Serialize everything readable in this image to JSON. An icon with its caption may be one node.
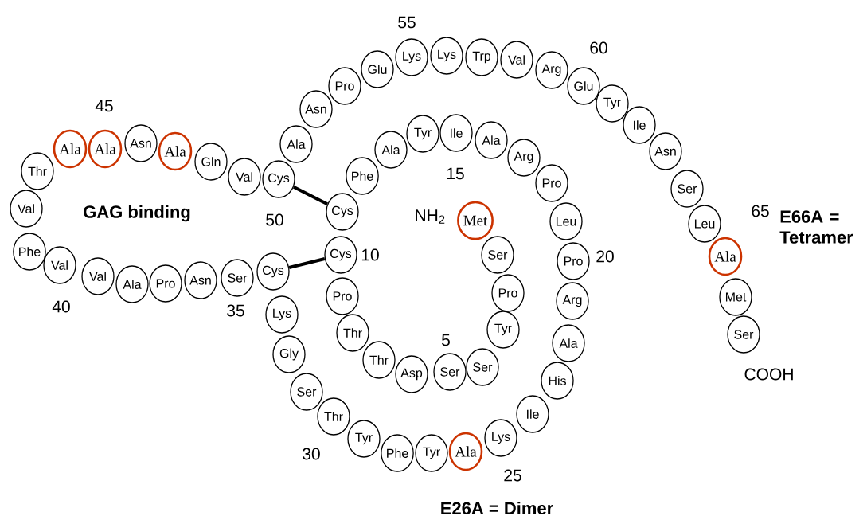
{
  "diagram": {
    "nodes": [
      {
        "text": [
          "Met"
        ]
      },
      {
        "text": [
          "Ser"
        ]
      },
      {
        "text": [
          "Pro"
        ]
      },
      {
        "text": [
          "Tyr"
        ]
      },
      {
        "text": [
          "Ser"
        ]
      },
      {
        "text": [
          "Ser"
        ]
      },
      {
        "text": [
          "Asp"
        ]
      },
      {
        "text": [
          "Thr"
        ]
      },
      {
        "text": [
          "Thr"
        ]
      },
      {
        "text": [
          "Pro"
        ]
      },
      {
        "text": [
          "Cys"
        ]
      },
      {
        "text": [
          "Cys"
        ]
      },
      {
        "text": [
          "Phe"
        ]
      },
      {
        "text": [
          "Ala"
        ]
      },
      {
        "text": [
          "Tyr"
        ]
      },
      {
        "text": [
          "Ile"
        ]
      },
      {
        "text": [
          "Ala"
        ]
      },
      {
        "text": [
          "Arg"
        ]
      },
      {
        "text": [
          "Pro"
        ]
      },
      {
        "text": [
          "Leu"
        ]
      },
      {
        "text": [
          "Pro"
        ]
      },
      {
        "text": [
          "Arg"
        ]
      },
      {
        "text": [
          "Ala"
        ]
      },
      {
        "text": [
          "His"
        ]
      },
      {
        "text": [
          "Ile"
        ]
      },
      {
        "text": [
          "Lys"
        ]
      },
      {
        "text": [
          "Ala"
        ]
      },
      {
        "text": [
          "Tyr"
        ]
      },
      {
        "text": [
          "Phe"
        ]
      },
      {
        "text": [
          "Tyr"
        ]
      },
      {
        "text": [
          "Thr"
        ]
      },
      {
        "text": [
          "Ser"
        ]
      },
      {
        "text": [
          "Gly"
        ]
      },
      {
        "text": [
          "Lys"
        ]
      },
      {
        "text": [
          "Cys"
        ]
      },
      {
        "text": [
          "Ser"
        ]
      },
      {
        "text": [
          "Asn"
        ]
      },
      {
        "text": [
          "Pro"
        ]
      },
      {
        "text": [
          "Ala"
        ]
      },
      {
        "text": [
          "Val"
        ]
      },
      {
        "text": [
          "Val"
        ]
      },
      {
        "text": [
          "Phe"
        ]
      },
      {
        "text": [
          "Val"
        ]
      },
      {
        "text": [
          "Thr"
        ]
      },
      {
        "text": [
          "Ala"
        ]
      },
      {
        "text": [
          "Ala"
        ]
      },
      {
        "text": [
          "Asn"
        ]
      },
      {
        "text": [
          "Ala"
        ]
      },
      {
        "text": [
          "Gln"
        ]
      },
      {
        "text": [
          "Val"
        ]
      },
      {
        "text": [
          "Cys"
        ]
      },
      {
        "text": [
          "Ala"
        ]
      },
      {
        "text": [
          "Asn"
        ]
      },
      {
        "text": [
          "Pro"
        ]
      },
      {
        "text": [
          "Glu"
        ]
      },
      {
        "text": [
          "Lys"
        ]
      },
      {
        "text": [
          "Lys"
        ]
      },
      {
        "text": [
          "Trp"
        ]
      },
      {
        "text": [
          "Val"
        ]
      },
      {
        "text": [
          "Arg"
        ]
      },
      {
        "text": [
          "Glu"
        ]
      },
      {
        "text": [
          "Tyr"
        ]
      },
      {
        "text": [
          "Ile"
        ]
      },
      {
        "text": [
          "Asn"
        ]
      },
      {
        "text": [
          "Ser"
        ]
      },
      {
        "text": [
          "Leu"
        ]
      },
      {
        "text": [
          "Ala"
        ]
      },
      {
        "text": [
          "Met"
        ]
      },
      {
        "text": [
          "Ser"
        ]
      }
    ],
    "edges": [
      {
        "from": 50,
        "to": 11,
        "arrow": "none"
      },
      {
        "from": 34,
        "to": 10,
        "arrow": "none"
      }
    ],
    "labels": [
      "55",
      "60",
      "45",
      "15",
      "GAG binding",
      "50",
      "NH$_{2}$",
      "65",
      "E66A = Tetramer",
      "10",
      "20",
      "40",
      "35",
      "5",
      "COOH",
      "30",
      "25",
      "E26A = Dimer"
    ]
  }
}
